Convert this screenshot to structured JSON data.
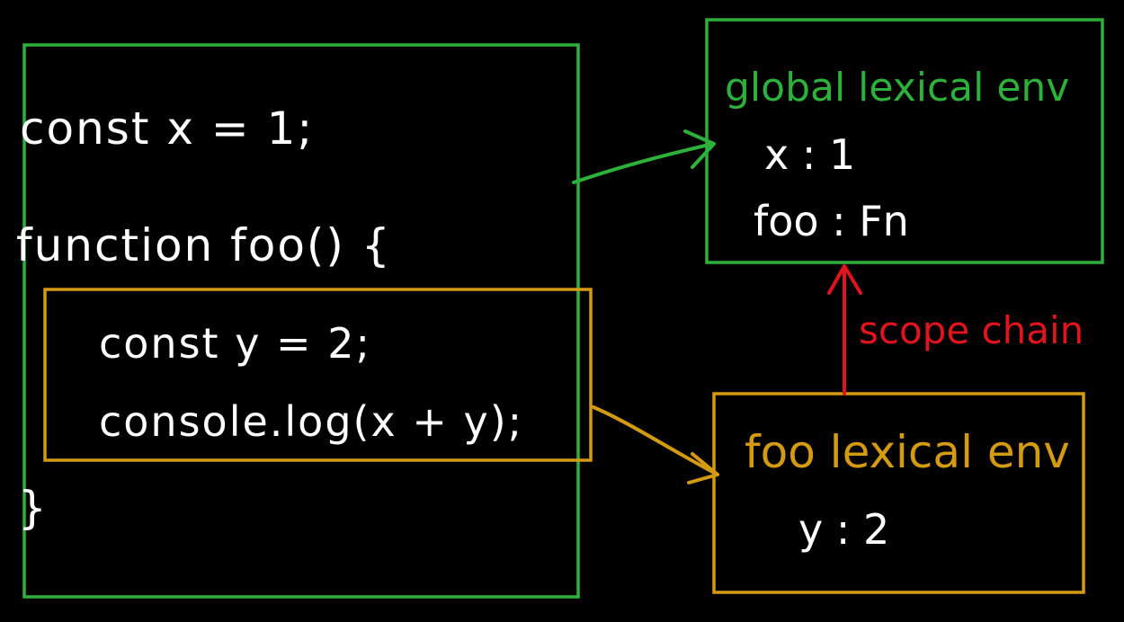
{
  "code": {
    "line1": "const x = 1;",
    "line2": "function foo() {",
    "inner_line1": "const y = 2;",
    "inner_line2": "console.log(x + y);",
    "closing": "}"
  },
  "global_env": {
    "title": "global lexical env",
    "entries": [
      "x : 1",
      "foo : Fn"
    ]
  },
  "foo_env": {
    "title": "foo lexical env",
    "entries": [
      "y : 2"
    ]
  },
  "chain_label": "scope chain",
  "colors": {
    "background": "#000000",
    "global": "#2db13a",
    "foo": "#d49a12",
    "chain": "#e0141e",
    "text": "#ffffff"
  }
}
